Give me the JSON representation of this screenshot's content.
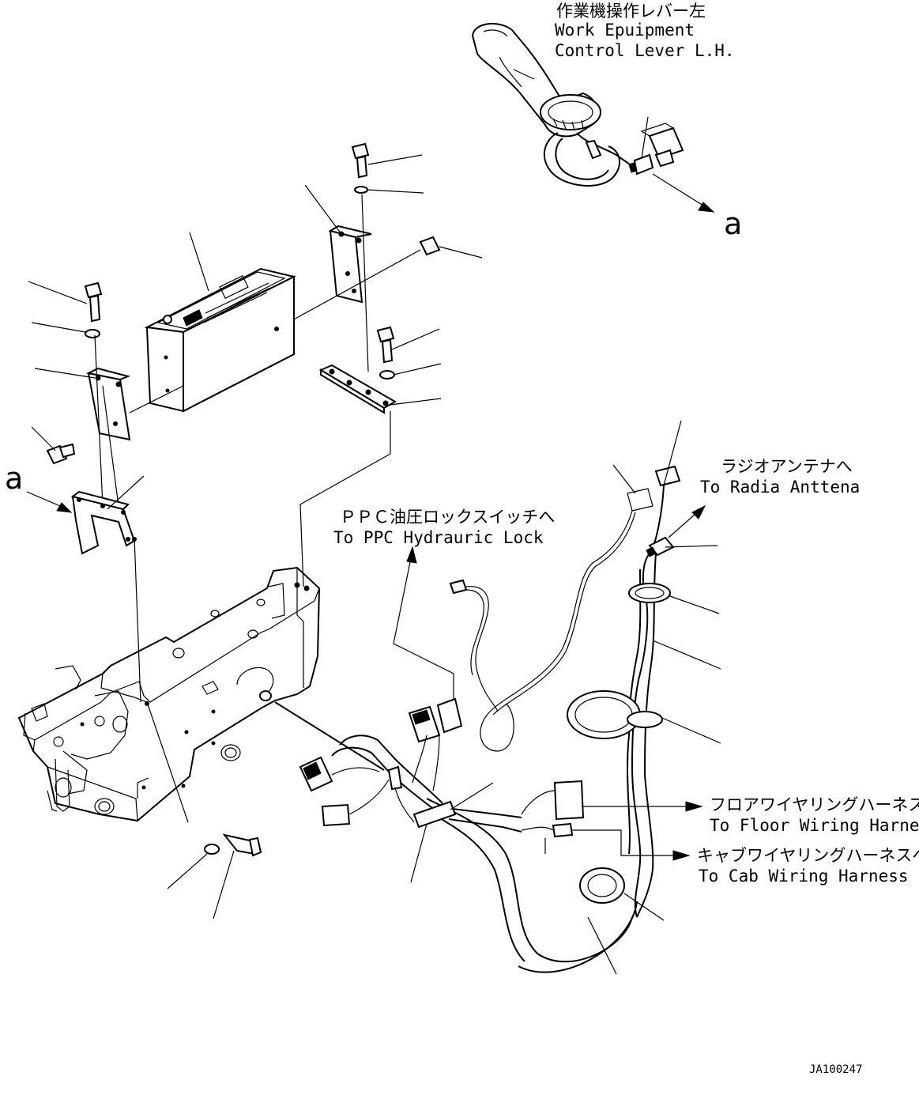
{
  "labels": {
    "lever_ja": "作業機操作レバー左",
    "lever_en1": "Work Epuipment",
    "lever_en2": "Control Lever L.H.",
    "ref_a_right": "a",
    "ref_a_left": "a",
    "radio_ja": "ラジオアンテナへ",
    "radio_en": "To Radia Anttena",
    "ppc_ja": "ＰＰＣ油圧ロックスイッチへ",
    "ppc_en": "To PPC Hydrauric Lock",
    "floor_ja": "フロアワイヤリングハーネスへ",
    "floor_en": "To Floor Wiring Harne",
    "cab_ja": "キャブワイヤリングハーネスへ",
    "cab_en": "To Cab Wiring Harness",
    "drawing_no": "JA100247"
  }
}
